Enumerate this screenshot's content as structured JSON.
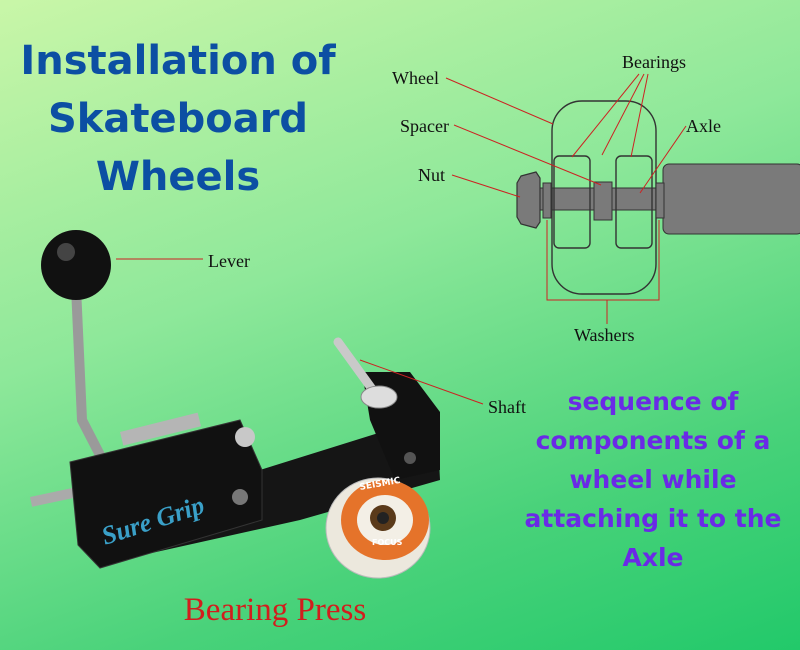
{
  "title": {
    "line1": "Installation of",
    "line2": "Skateboard",
    "line3": "Wheels"
  },
  "caption": {
    "line1": "sequence of",
    "line2": "components of a",
    "line3": "wheel while",
    "line4": "attaching it to the",
    "line5": "Axle"
  },
  "diagram": {
    "labels": {
      "wheel": "Wheel",
      "bearings": "Bearings",
      "spacer": "Spacer",
      "axle": "Axle",
      "nut": "Nut",
      "washers": "Washers"
    }
  },
  "press": {
    "title": "Bearing Press",
    "labels": {
      "lever": "Lever",
      "shaft": "Shaft"
    },
    "brand": "Sure Grip",
    "wheel_brand": "SEISMIC",
    "wheel_model": "FOCUS"
  },
  "colors": {
    "title": "#0c4fa3",
    "caption": "#6a2ae6",
    "press_title": "#d21d1d",
    "leader_line": "#cc2222",
    "diagram_fill": "#7a7a7a",
    "press_body": "#111111",
    "wheel_orange": "#e5732a"
  }
}
